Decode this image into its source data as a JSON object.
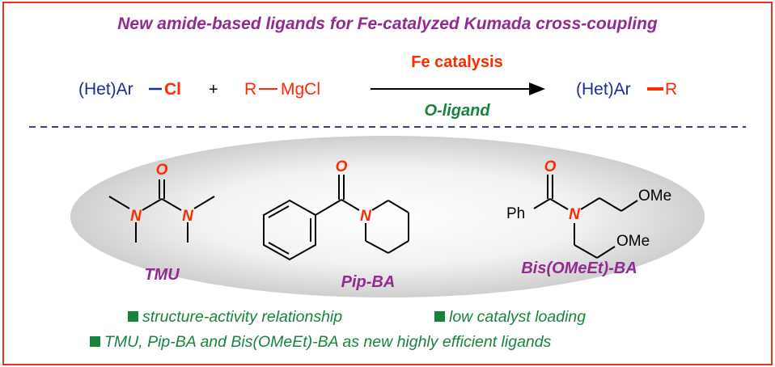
{
  "title": "New amide-based ligands for Fe-catalyzed Kumada cross-coupling",
  "reaction": {
    "reactant1_group": "(Het)Ar",
    "reactant1_halide": "Cl",
    "plus": "+",
    "reactant2_r": "R",
    "reactant2_mg": "MgCl",
    "condition_top": "Fe catalysis",
    "condition_bottom": "O-ligand",
    "product_group": "(Het)Ar",
    "product_r": "R"
  },
  "ligands": [
    {
      "name": "TMU",
      "atoms": {
        "o": "O",
        "n": "N"
      }
    },
    {
      "name": "Pip-BA",
      "atoms": {
        "o": "O",
        "n": "N"
      }
    },
    {
      "name": "Bis(OMeEt)-BA",
      "atoms": {
        "o": "O",
        "n": "N",
        "ph": "Ph",
        "ome": "OMe"
      }
    }
  ],
  "bullets": [
    "structure-activity relationship",
    "low catalyst loading",
    "TMU, Pip-BA and Bis(OMeEt)-BA as new highly efficient ligands"
  ],
  "colors": {
    "border": "#e8321e",
    "title": "#922b8f",
    "red": "#ff2a00",
    "blue": "#1b2c98",
    "green": "#16843c",
    "dash": "#3a3aa0"
  }
}
